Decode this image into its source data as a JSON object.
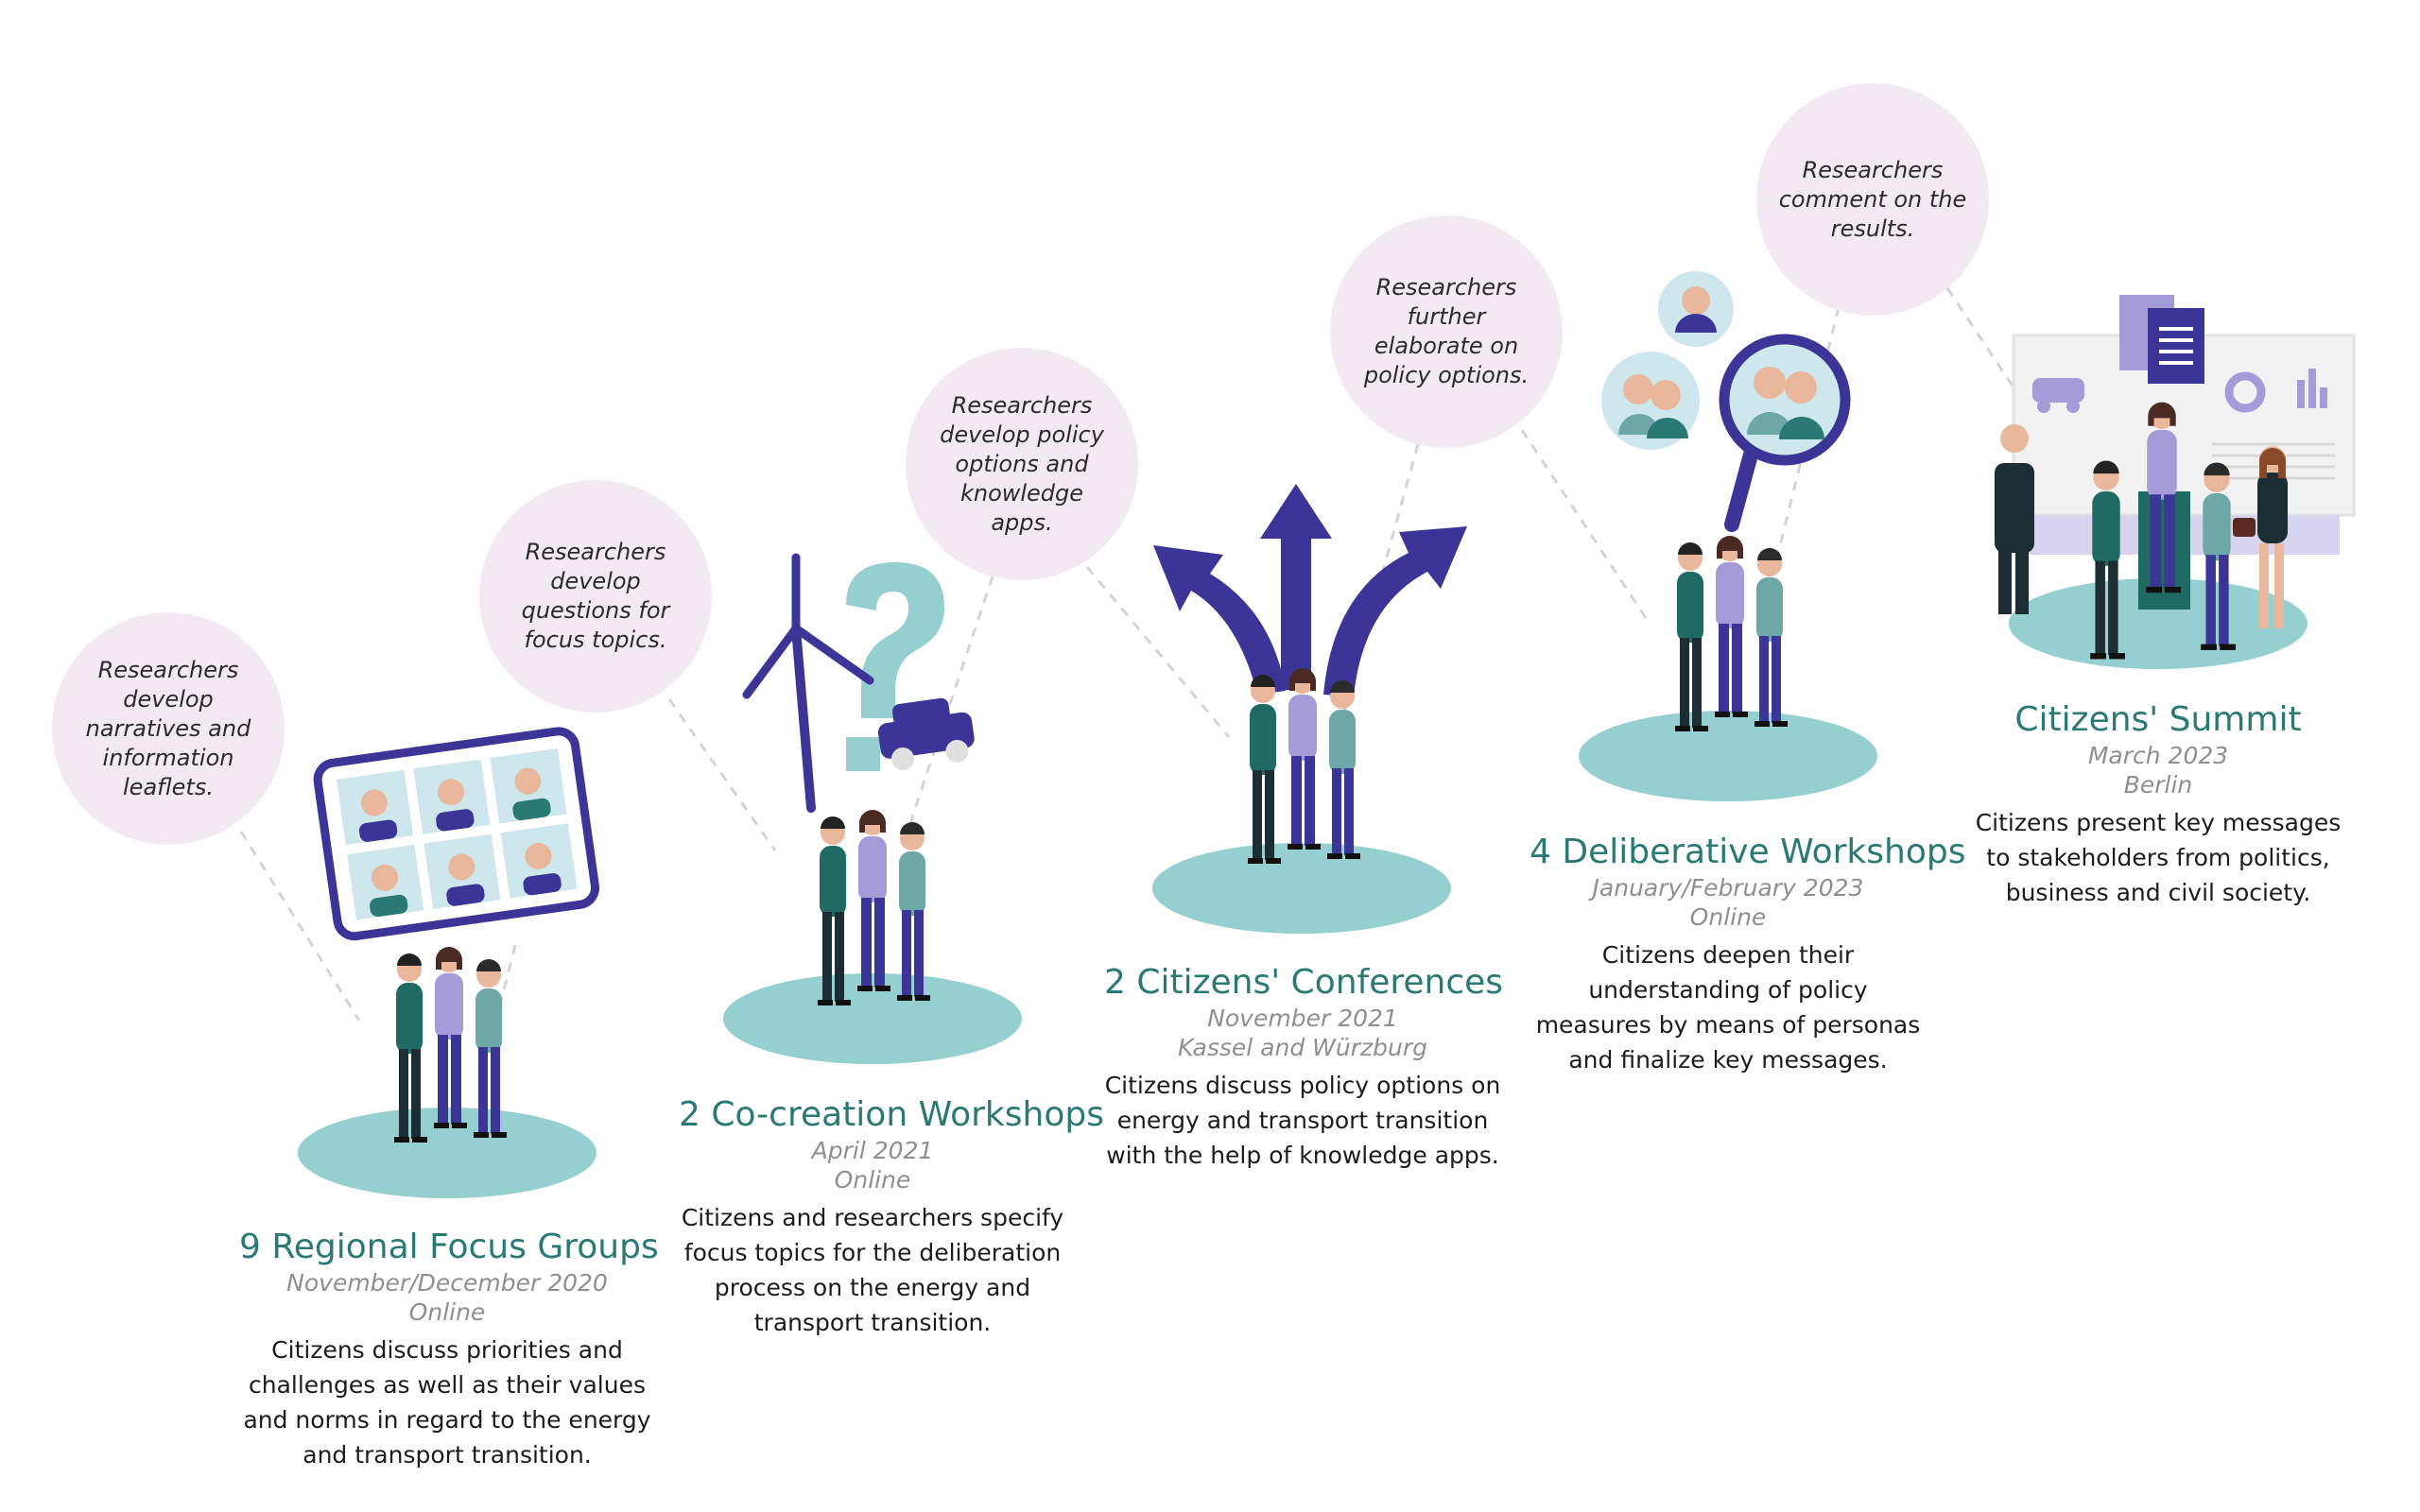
{
  "bubbles": [
    {
      "text": "Researchers develop narratives and information leaflets."
    },
    {
      "text": "Researchers develop questions for focus topics."
    },
    {
      "text": "Researchers develop policy options and knowledge apps."
    },
    {
      "text": "Researchers further elaborate on policy options."
    },
    {
      "text": "Researchers comment on the results."
    }
  ],
  "stages": [
    {
      "title": "9 Regional Focus Groups",
      "date": "November/December 2020",
      "place": "Online",
      "description": "Citizens discuss priorities and challenges as well as their values and norms in regard to the energy and transport transition."
    },
    {
      "title": "2 Co-creation Workshops",
      "date": "April 2021",
      "place": "Online",
      "description": "Citizens and researchers specify focus topics for the deliberation process on the energy and transport transition."
    },
    {
      "title": "2 Citizens' Conferences",
      "date": "November 2021",
      "place": "Kassel and Würzburg",
      "description": "Citizens discuss policy options on energy and transport transition with the help of knowledge apps."
    },
    {
      "title": "4 Deliberative Workshops",
      "date": "January/February 2023",
      "place": "Online",
      "description": "Citizens deepen their understanding of policy measures by means of personas and finalize key messages."
    },
    {
      "title": "Citizens' Summit",
      "date": "March 2023",
      "place": "Berlin",
      "description": "Citizens present key messages to stakeholders from politics, business and civil society."
    }
  ],
  "colors": {
    "teal_title": "#2a7a73",
    "platform": "#95cfcf",
    "bubble": "#f3e9f3",
    "indigo": "#3a3597",
    "lavender": "#a49bd8",
    "dark_teal": "#1f6b63"
  }
}
